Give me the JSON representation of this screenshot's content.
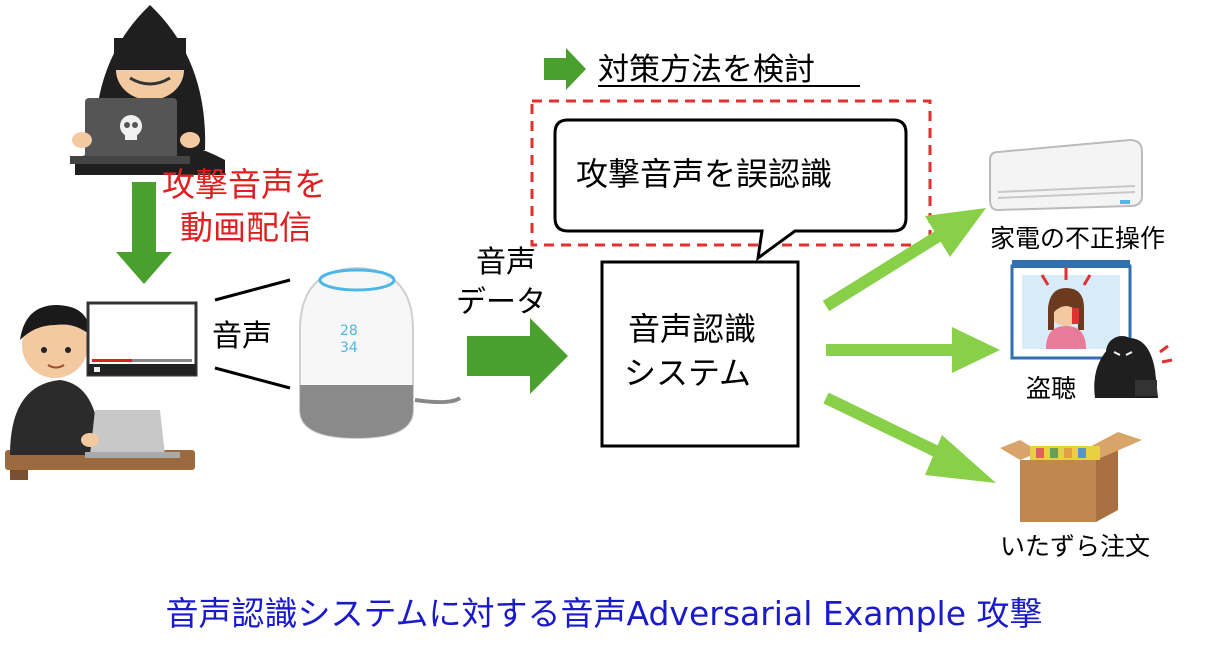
{
  "labels": {
    "attack_voice_line1": "攻撃音声を",
    "attack_voice_line2": "動画配信",
    "voice": "音声",
    "voice_data_line1": "音声",
    "voice_data_line2": "データ",
    "countermeasure": "対策方法を検討",
    "misrecognition": "攻撃音声を誤認識",
    "system_line1": "音声認識",
    "system_line2": "システム",
    "appliance": "家電の不正操作",
    "eavesdrop": "盗聴",
    "prank_order": "いたずら注文",
    "caption": "音声認識システムに対する音声Adversarial Example 攻撃",
    "speaker_display_line1": "28",
    "speaker_display_line2": "34"
  },
  "colors": {
    "accent_red": "#e02020",
    "caption_blue": "#1a1acc",
    "arrow_dark_green": "#4aa02c",
    "arrow_light_green": "#88d048",
    "dashed_red": "#e03030"
  }
}
